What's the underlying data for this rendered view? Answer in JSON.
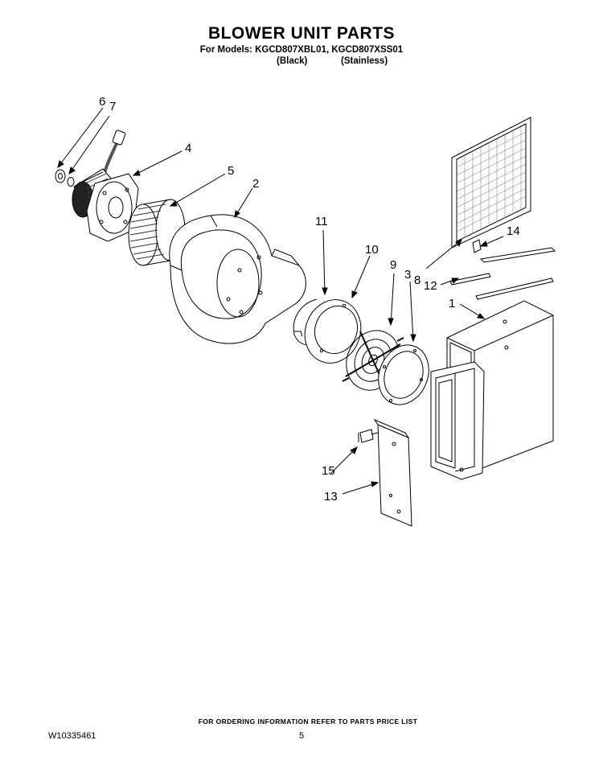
{
  "header": {
    "title": "BLOWER UNIT PARTS",
    "models": "For Models: KGCD807XBL01, KGCD807XSS01",
    "variant_1": "(Black)",
    "variant_2": "(Stainless)"
  },
  "callouts": {
    "c1": "1",
    "c2": "2",
    "c3": "3",
    "c4": "4",
    "c5": "5",
    "c6": "6",
    "c7": "7",
    "c8": "8",
    "c9": "9",
    "c10": "10",
    "c11": "11",
    "c12": "12",
    "c13": "13",
    "c14": "14",
    "c15": "15"
  },
  "footer": {
    "ordering_note": "FOR ORDERING INFORMATION REFER TO PARTS PRICE LIST",
    "document_number": "W10335461",
    "page_number": "5"
  }
}
